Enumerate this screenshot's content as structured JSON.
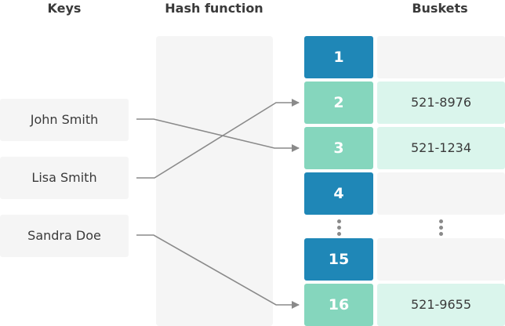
{
  "columns": {
    "keys": "Keys",
    "hash_function": "Hash function",
    "buckets": "Buskets"
  },
  "keys": [
    "John Smith",
    "Lisa Smith",
    "Sandra Doe"
  ],
  "indices": [
    "1",
    "2",
    "3",
    "4",
    "15",
    "16"
  ],
  "buckets": [
    "",
    "521-8976",
    "521-1234",
    "",
    "",
    "521-9655"
  ],
  "colors": {
    "empty_index": "#1f87b7",
    "filled_index": "#85d6bd",
    "filled_bucket": "#daf5ec",
    "panel": "#f5f5f5",
    "arrow": "#8a8a8a"
  }
}
